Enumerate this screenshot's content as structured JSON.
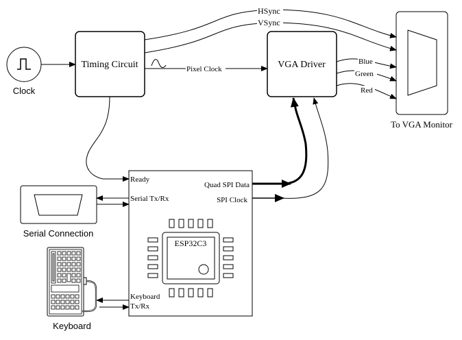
{
  "nodes": {
    "clock": "Clock",
    "timing": "Timing Circuit",
    "vga_driver": "VGA Driver",
    "monitor": "To VGA Monitor",
    "serial": "Serial Connection",
    "keyboard": "Keyboard",
    "mcu": "ESP32C3"
  },
  "signals": {
    "hsync": "HSync",
    "vsync": "VSync",
    "pixel_clock": "Pixel Clock",
    "blue": "Blue",
    "green": "Green",
    "red": "Red",
    "ready": "Ready",
    "serial_txrx": "Serial Tx/Rx",
    "quad_spi": "Quad SPI Data",
    "spi_clock": "SPI Clock",
    "keyboard_line1": "Keyboard",
    "keyboard_line2": "Tx/Rx"
  }
}
